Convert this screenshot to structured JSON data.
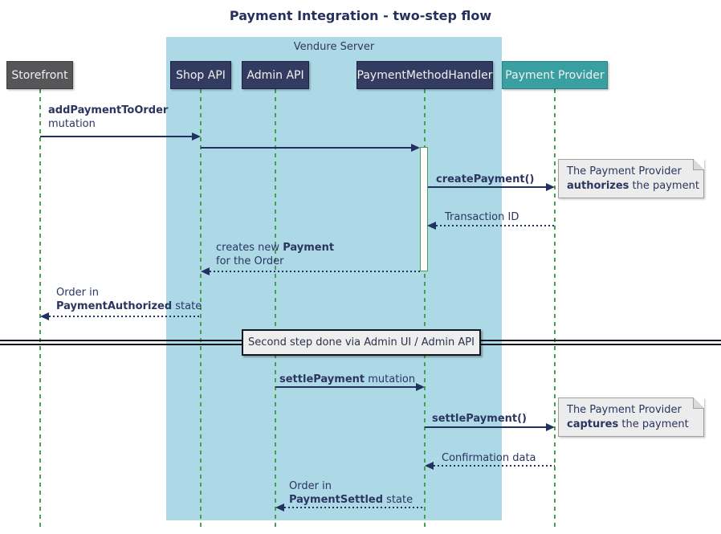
{
  "title": "Payment Integration - two-step flow",
  "frame": {
    "label": "Vendure Server"
  },
  "participants": {
    "storefront": {
      "label": "Storefront",
      "color": "#565659"
    },
    "shop_api": {
      "label": "Shop API",
      "color": "#343B60"
    },
    "admin_api": {
      "label": "Admin API",
      "color": "#343B60"
    },
    "payment_method_handler": {
      "label": "PaymentMethodHandler",
      "color": "#343B60"
    },
    "payment_provider": {
      "label": "Payment Provider",
      "color": "#399FA1"
    }
  },
  "messages": {
    "m1": {
      "from": "Storefront",
      "to": "Shop API",
      "type": "solid",
      "l1b": "addPaymentToOrder",
      "l2a": "mutation"
    },
    "m2": {
      "from": "Shop API",
      "to": "PaymentMethodHandler",
      "type": "solid"
    },
    "m3": {
      "from": "PaymentMethodHandler",
      "to": "Payment Provider",
      "type": "solid",
      "l1b": "createPayment()"
    },
    "m4": {
      "from": "Payment Provider",
      "to": "PaymentMethodHandler",
      "type": "dotted",
      "l1a": "Transaction ID"
    },
    "m5": {
      "from": "PaymentMethodHandler",
      "to": "Shop API",
      "type": "dotted",
      "l1a": "creates new ",
      "l1b": "Payment",
      "l2a": "for the Order"
    },
    "m6": {
      "from": "Shop API",
      "to": "Storefront",
      "type": "dotted",
      "l1a": "Order in",
      "l2b": "PaymentAuthorized",
      "l2c": " state"
    },
    "m7": {
      "from": "Admin API",
      "to": "PaymentMethodHandler",
      "type": "solid",
      "l1b": "settlePayment",
      "l1c": " mutation"
    },
    "m8": {
      "from": "PaymentMethodHandler",
      "to": "Payment Provider",
      "type": "solid",
      "l1b": "settlePayment()"
    },
    "m9": {
      "from": "Payment Provider",
      "to": "PaymentMethodHandler",
      "type": "dotted",
      "l1a": "Confirmation data"
    },
    "m10": {
      "from": "PaymentMethodHandler",
      "to": "Admin API",
      "type": "dotted",
      "l1a": "Order in",
      "l2b": "PaymentSettled",
      "l2c": " state"
    }
  },
  "divider": {
    "label": "Second step done via Admin UI / Admin API"
  },
  "notes": {
    "n1": {
      "l1": "The Payment Provider",
      "l2b": "authorizes",
      "l2c": " the payment"
    },
    "n2": {
      "l1": "The Payment Provider",
      "l2b": "captures",
      "l2c": " the payment"
    }
  },
  "colors": {
    "frame_bg": "#ADD8E6",
    "participant_navy": "#343B60",
    "participant_gray": "#565659",
    "participant_teal": "#399FA1",
    "lifeline_green": "#4A9E4F",
    "arrow": "#22325F",
    "note_bg": "#ECECEC",
    "text": "#2C3560"
  }
}
